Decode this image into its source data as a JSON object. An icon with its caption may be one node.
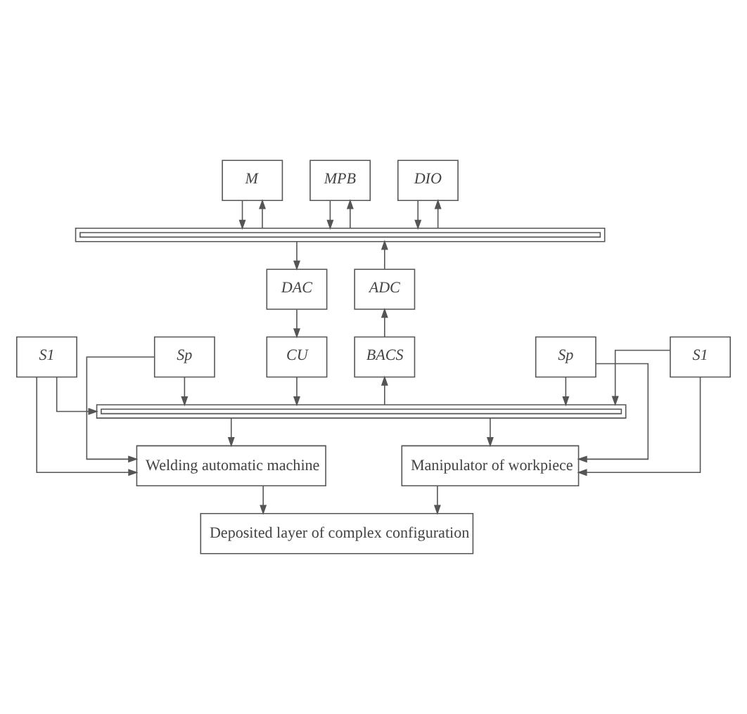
{
  "diagram": {
    "nodes": [
      {
        "text": [
          "M"
        ]
      },
      {
        "text": [
          "MPB"
        ]
      },
      {
        "text": [
          "DIO"
        ]
      },
      {
        "text": [],
        "shape": "bar"
      },
      {
        "text": [
          "ADC"
        ]
      },
      {
        "text": [
          "DAC"
        ]
      },
      {
        "text": [
          "BACS"
        ]
      },
      {
        "text": [
          "CU"
        ]
      },
      {
        "text": [],
        "shape": "bar"
      },
      {
        "text": [
          "S1"
        ]
      },
      {
        "text": [
          "Sp"
        ]
      },
      {
        "text": [
          "S1"
        ]
      },
      {
        "text": [
          "Sp"
        ]
      },
      {
        "text": [
          "Welding automatic machine"
        ]
      },
      {
        "text": [
          "Manipulator of workpiece"
        ]
      },
      {
        "text": [
          "Deposited layer of complex configuration"
        ]
      }
    ],
    "edges": [
      {
        "from": 0,
        "to": 3,
        "arrow": "to"
      },
      {
        "from": 3,
        "to": 0,
        "arrow": "to"
      },
      {
        "from": 1,
        "to": 3,
        "arrow": "to"
      },
      {
        "from": 3,
        "to": 1,
        "arrow": "to"
      },
      {
        "from": 2,
        "to": 3,
        "arrow": "to"
      },
      {
        "from": 3,
        "to": 2,
        "arrow": "to"
      },
      {
        "from": 4,
        "to": 3,
        "arrow": "to"
      },
      {
        "from": 3,
        "to": 5,
        "arrow": "to"
      },
      {
        "from": 6,
        "to": 4,
        "arrow": "to"
      },
      {
        "from": 5,
        "to": 7,
        "arrow": "to"
      },
      {
        "from": 8,
        "to": 6,
        "arrow": "to"
      },
      {
        "from": 7,
        "to": 8,
        "arrow": "to"
      },
      {
        "from": 9,
        "to": 8,
        "arrow": "to"
      },
      {
        "from": 9,
        "to": 13,
        "arrow": "to"
      },
      {
        "from": 10,
        "to": 8,
        "arrow": "to"
      },
      {
        "from": 10,
        "to": 13,
        "arrow": "to"
      },
      {
        "from": 8,
        "to": 13,
        "arrow": "to"
      },
      {
        "from": 8,
        "to": 14,
        "arrow": "to"
      },
      {
        "from": 11,
        "to": 8,
        "arrow": "to"
      },
      {
        "from": 11,
        "to": 14,
        "arrow": "to"
      },
      {
        "from": 12,
        "to": 8,
        "arrow": "to"
      },
      {
        "from": 12,
        "to": 14,
        "arrow": "to"
      },
      {
        "from": 13,
        "to": 15,
        "arrow": "to"
      },
      {
        "from": 14,
        "to": 15,
        "arrow": "to"
      }
    ]
  }
}
